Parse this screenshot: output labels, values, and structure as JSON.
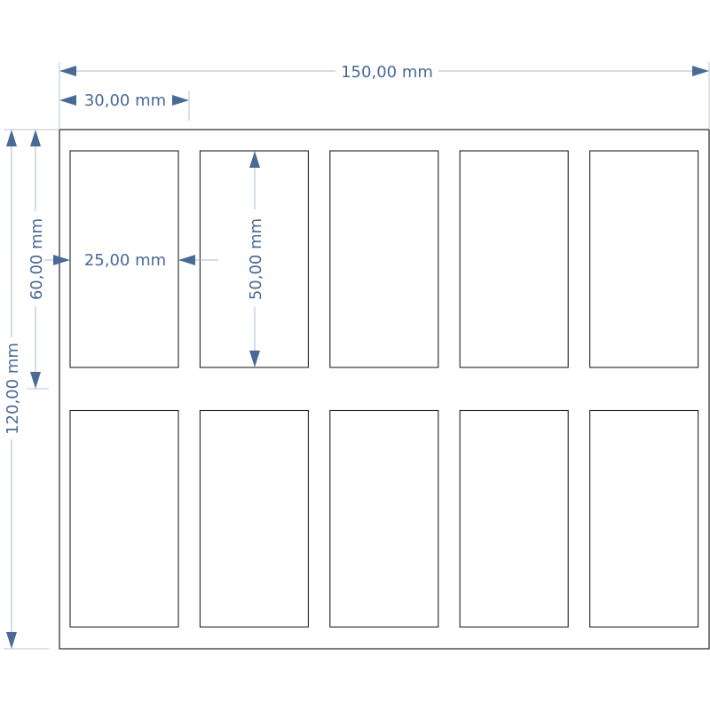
{
  "dimensions": {
    "sheet_width": "150,00 mm",
    "label_pitch_x": "30,00 mm",
    "sheet_height": "120,00 mm",
    "label_pitch_y": "60,00 mm",
    "label_width": "25,00 mm",
    "label_height": "50,00 mm"
  },
  "grid": {
    "columns": 5,
    "rows": 2
  },
  "colors": {
    "dimension": "#4a6a96",
    "outline": "#222222",
    "background": "#ffffff"
  }
}
